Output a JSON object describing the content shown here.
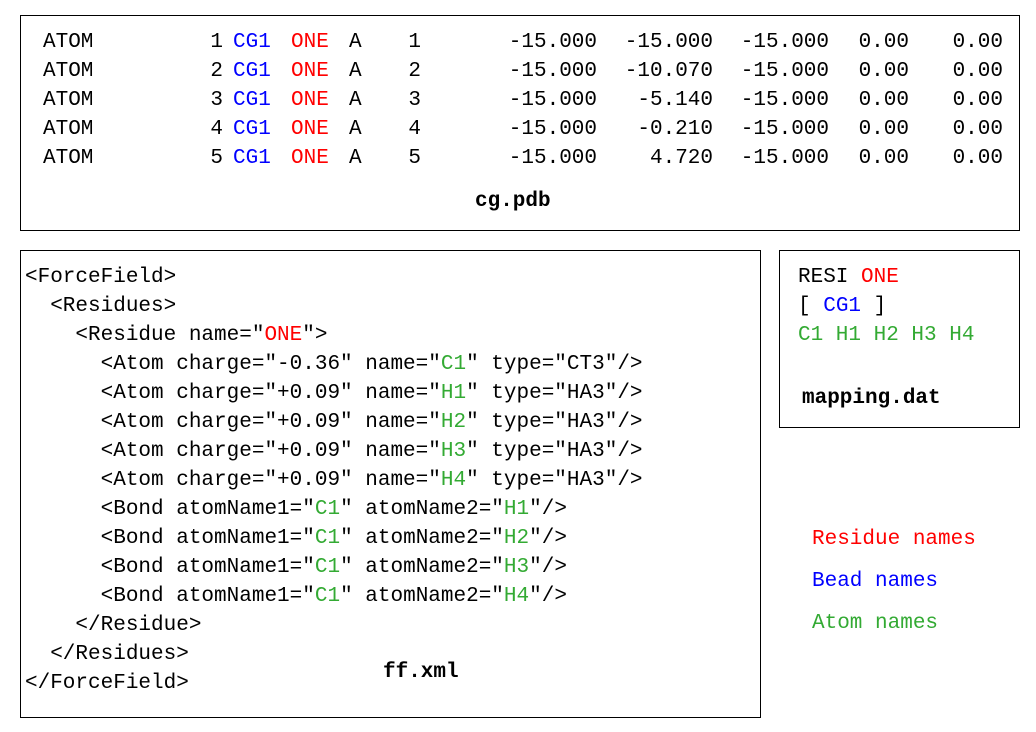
{
  "pdb": {
    "caption": "cg.pdb",
    "rows": [
      {
        "record": "ATOM",
        "serial": "1",
        "bead": "CG1",
        "resname": "ONE",
        "chain": "A",
        "resseq": "1",
        "x": "-15.000",
        "y": "-15.000",
        "z": "-15.000",
        "occ": "0.00",
        "bfac": "0.00"
      },
      {
        "record": "ATOM",
        "serial": "2",
        "bead": "CG1",
        "resname": "ONE",
        "chain": "A",
        "resseq": "2",
        "x": "-15.000",
        "y": "-10.070",
        "z": "-15.000",
        "occ": "0.00",
        "bfac": "0.00"
      },
      {
        "record": "ATOM",
        "serial": "3",
        "bead": "CG1",
        "resname": "ONE",
        "chain": "A",
        "resseq": "3",
        "x": "-15.000",
        "y": "-5.140",
        "z": "-15.000",
        "occ": "0.00",
        "bfac": "0.00"
      },
      {
        "record": "ATOM",
        "serial": "4",
        "bead": "CG1",
        "resname": "ONE",
        "chain": "A",
        "resseq": "4",
        "x": "-15.000",
        "y": "-0.210",
        "z": "-15.000",
        "occ": "0.00",
        "bfac": "0.00"
      },
      {
        "record": "ATOM",
        "serial": "5",
        "bead": "CG1",
        "resname": "ONE",
        "chain": "A",
        "resseq": "5",
        "x": "-15.000",
        "y": "4.720",
        "z": "-15.000",
        "occ": "0.00",
        "bfac": "0.00"
      }
    ]
  },
  "ff": {
    "caption": "ff.xml",
    "lines": [
      [
        {
          "t": "<ForceField>"
        }
      ],
      [
        {
          "t": "  <Residues>"
        }
      ],
      [
        {
          "t": "    <Residue name=\""
        },
        {
          "t": "ONE",
          "c": "r"
        },
        {
          "t": "\">"
        }
      ],
      [
        {
          "t": "      <Atom charge=\"-0.36\" name=\""
        },
        {
          "t": "C1",
          "c": "g"
        },
        {
          "t": "\" type=\"CT3\"/>"
        }
      ],
      [
        {
          "t": "      <Atom charge=\"+0.09\" name=\""
        },
        {
          "t": "H1",
          "c": "g"
        },
        {
          "t": "\" type=\"HA3\"/>"
        }
      ],
      [
        {
          "t": "      <Atom charge=\"+0.09\" name=\""
        },
        {
          "t": "H2",
          "c": "g"
        },
        {
          "t": "\" type=\"HA3\"/>"
        }
      ],
      [
        {
          "t": "      <Atom charge=\"+0.09\" name=\""
        },
        {
          "t": "H3",
          "c": "g"
        },
        {
          "t": "\" type=\"HA3\"/>"
        }
      ],
      [
        {
          "t": "      <Atom charge=\"+0.09\" name=\""
        },
        {
          "t": "H4",
          "c": "g"
        },
        {
          "t": "\" type=\"HA3\"/>"
        }
      ],
      [
        {
          "t": "      <Bond atomName1=\""
        },
        {
          "t": "C1",
          "c": "g"
        },
        {
          "t": "\" atomName2=\""
        },
        {
          "t": "H1",
          "c": "g"
        },
        {
          "t": "\"/>"
        }
      ],
      [
        {
          "t": "      <Bond atomName1=\""
        },
        {
          "t": "C1",
          "c": "g"
        },
        {
          "t": "\" atomName2=\""
        },
        {
          "t": "H2",
          "c": "g"
        },
        {
          "t": "\"/>"
        }
      ],
      [
        {
          "t": "      <Bond atomName1=\""
        },
        {
          "t": "C1",
          "c": "g"
        },
        {
          "t": "\" atomName2=\""
        },
        {
          "t": "H3",
          "c": "g"
        },
        {
          "t": "\"/>"
        }
      ],
      [
        {
          "t": "      <Bond atomName1=\""
        },
        {
          "t": "C1",
          "c": "g"
        },
        {
          "t": "\" atomName2=\""
        },
        {
          "t": "H4",
          "c": "g"
        },
        {
          "t": "\"/>"
        }
      ],
      [
        {
          "t": "    </Residue>"
        }
      ],
      [
        {
          "t": "  </Residues>"
        }
      ],
      [
        {
          "t": "</ForceField>"
        }
      ]
    ]
  },
  "mapping": {
    "caption": "mapping.dat",
    "line1_prefix": "RESI ",
    "line1_res": "ONE",
    "line2_open": "[ ",
    "line2_bead": "CG1",
    "line2_close": " ]",
    "line3_atoms": "C1 H1 H2 H3 H4"
  },
  "legend": {
    "residue": "Residue names",
    "bead": "Bead names",
    "atom": "Atom names"
  },
  "colors": {
    "residue": "#ff0000",
    "bead": "#0000ff",
    "atom": "#33aa33"
  }
}
